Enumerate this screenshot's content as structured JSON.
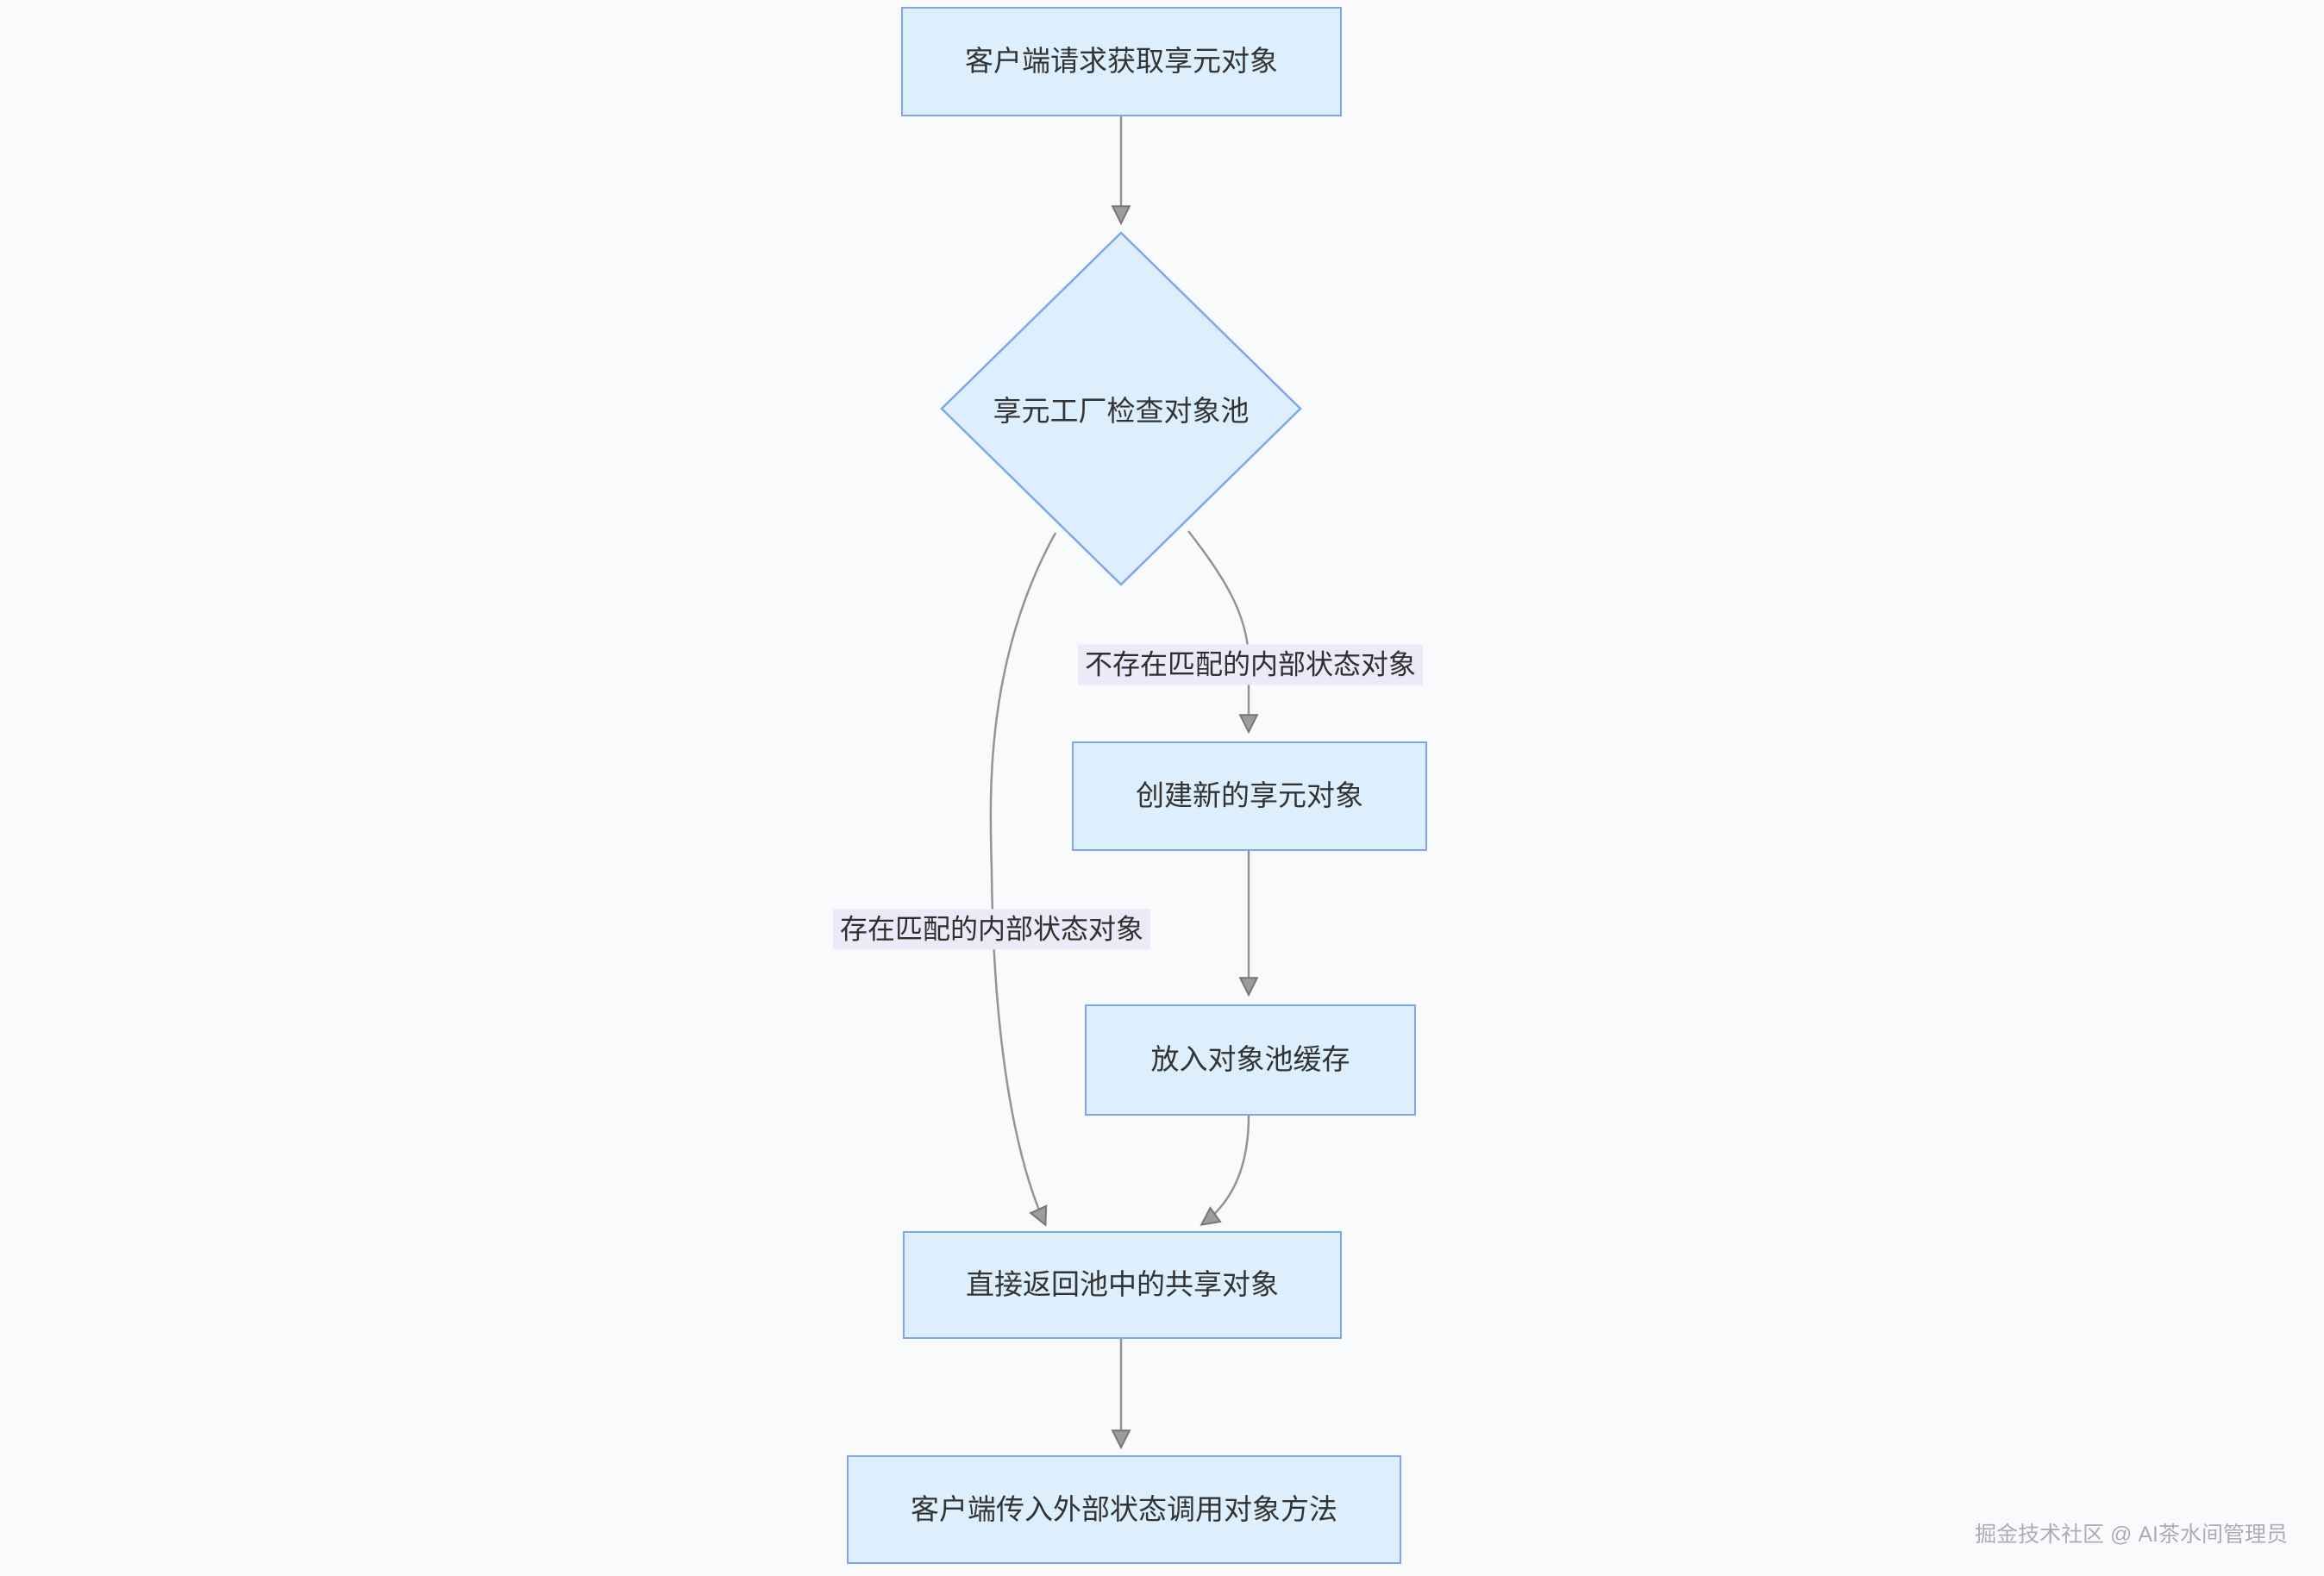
{
  "page": {
    "background_color": "#f8fafc"
  },
  "diagram": {
    "type": "flowchart",
    "direction": "top-down",
    "colors": {
      "node_fill": "#ddeffd",
      "node_border": "#7da7ec",
      "edge_line": "#949494",
      "edge_label_background": "#ece9f8",
      "text": "#333333"
    },
    "nodes": [
      {
        "id": "request",
        "shape": "rectangle",
        "label": "客户端请求获取享元对象"
      },
      {
        "id": "check-pool",
        "shape": "diamond",
        "label": "享元工厂检查对象池"
      },
      {
        "id": "create-new",
        "shape": "rectangle",
        "label": "创建新的享元对象"
      },
      {
        "id": "cache",
        "shape": "rectangle",
        "label": "放入对象池缓存"
      },
      {
        "id": "return-shared",
        "shape": "rectangle",
        "label": "直接返回池中的共享对象"
      },
      {
        "id": "invoke-method",
        "shape": "rectangle",
        "label": "客户端传入外部状态调用对象方法"
      }
    ],
    "edges": [
      {
        "from": "request",
        "to": "check-pool",
        "label": ""
      },
      {
        "from": "check-pool",
        "to": "create-new",
        "label": "不存在匹配的内部状态对象"
      },
      {
        "from": "create-new",
        "to": "cache",
        "label": ""
      },
      {
        "from": "cache",
        "to": "return-shared",
        "label": ""
      },
      {
        "from": "check-pool",
        "to": "return-shared",
        "label": "存在匹配的内部状态对象"
      },
      {
        "from": "return-shared",
        "to": "invoke-method",
        "label": ""
      }
    ]
  },
  "watermark": {
    "text": "掘金技术社区 @ AI茶水间管理员"
  }
}
